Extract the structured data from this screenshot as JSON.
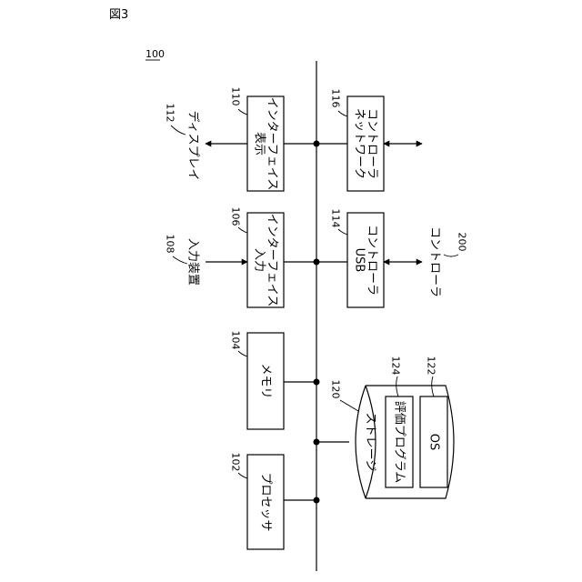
{
  "figure_label": "図3",
  "system_ref": "100",
  "blocks": {
    "processor": {
      "ref": "102",
      "label": "プロセッサ"
    },
    "memory": {
      "ref": "104",
      "label": "メモリ"
    },
    "input_interface": {
      "ref": "106",
      "line1": "入力",
      "line2": "インターフェイス"
    },
    "display_interface": {
      "ref": "110",
      "line1": "表示",
      "line2": "インターフェイス"
    },
    "usb_controller": {
      "ref": "114",
      "line1": "USB",
      "line2": "コントローラ"
    },
    "network_controller": {
      "ref": "116",
      "line1": "ネットワーク",
      "line2": "コントローラ"
    },
    "storage": {
      "ref": "120",
      "label": "ストレージ"
    },
    "evaluation_program": {
      "ref": "124",
      "label": "評価プログラム"
    },
    "os": {
      "ref": "122",
      "label": "OS"
    }
  },
  "external": {
    "input_device": {
      "ref": "108",
      "label": "入力装置"
    },
    "display": {
      "ref": "112",
      "label": "ディスプレイ"
    },
    "controller": {
      "ref": "200",
      "label": "コントローラ"
    }
  }
}
